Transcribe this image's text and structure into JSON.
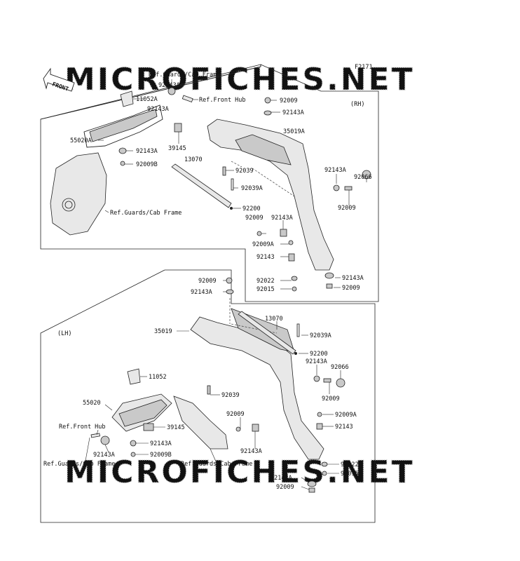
{
  "diagram": {
    "figure_code": "F2171",
    "front_label": "FRONT",
    "watermark_text": "MICROFICHES.NET",
    "rh_label": "(RH)",
    "lh_label": "(LH)",
    "rh_labels": {
      "ref_guards_top": "Ref.Guards/Cab Frame",
      "p92143A_top": "92143A",
      "p11052A": "11052A",
      "p92143A_a": "92143A",
      "ref_front_hub": "Ref.Front Hub",
      "p92009_top": "92009",
      "p92143A_b": "92143A",
      "p35019A": "35019A",
      "p55020A": "55020A",
      "p92143A_c": "92143A",
      "p39145": "39145",
      "p92009B": "92009B",
      "p13070": "13070",
      "p92039": "92039",
      "p92039A": "92039A",
      "p92200": "92200",
      "ref_guards_low": "Ref.Guards/Cab Frame",
      "p92143A_d": "92143A",
      "p92066": "92066",
      "p92009_r": "92009",
      "p92009_m": "92009",
      "p92143A_e": "92143A",
      "p92009A": "92009A",
      "p92143": "92143",
      "p92022": "92022",
      "p92143A_f": "92143A",
      "p92015": "92015",
      "p92009_b": "92009"
    },
    "lh_labels": {
      "p92009_top": "92009",
      "p92143A_top": "92143A",
      "p35019": "35019",
      "p13070": "13070",
      "p92039A": "92039A",
      "p92200": "92200",
      "p92143A_a": "92143A",
      "p92066": "92066",
      "p11052": "11052",
      "p92009_r": "92009",
      "p92039": "92039",
      "p92009A": "92009A",
      "p55020": "55020",
      "p92009_m": "92009",
      "p92143": "92143",
      "ref_front_hub": "Ref.Front Hub",
      "p39145": "39145",
      "p92143A_b": "92143A",
      "p92143A_c": "92143A",
      "p92143A_d": "92143A",
      "p92009B": "92009B",
      "ref_guards_left": "Ref.Guards/Cab Frame",
      "ref_guards_mid": "Ref.Guards/Cab Frame",
      "p92022": "92022",
      "p92143A_e": "92143A",
      "p92015": "92015",
      "p92009_b": "92009"
    }
  }
}
